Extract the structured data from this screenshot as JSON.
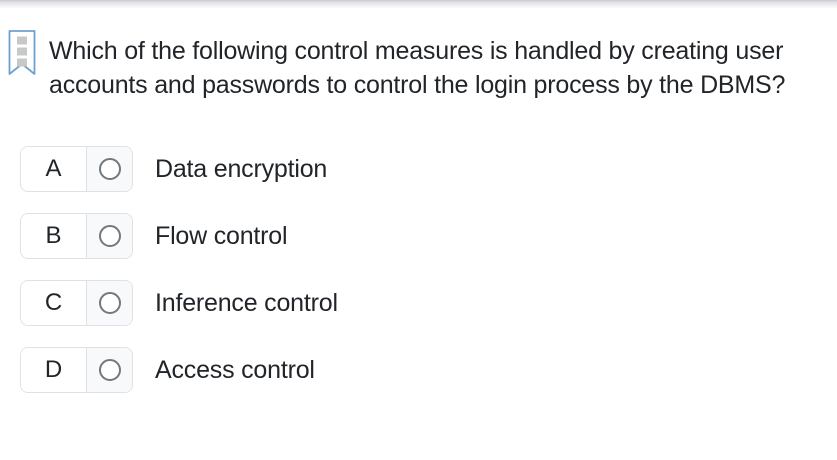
{
  "question": {
    "text": "Which of the following control measures is handled by creating user accounts and passwords to control the login process by the DBMS?"
  },
  "options": [
    {
      "letter": "A",
      "label": "Data encryption",
      "selected": false
    },
    {
      "letter": "B",
      "label": "Flow control",
      "selected": false
    },
    {
      "letter": "C",
      "label": "Inference control",
      "selected": false
    },
    {
      "letter": "D",
      "label": "Access control",
      "selected": false
    }
  ],
  "icons": {
    "bookmark": "bookmark-icon"
  },
  "colors": {
    "text": "#212529",
    "box_border": "#dee2e6",
    "radio_cell_bg": "#f8f9fa",
    "radio_border": "#73787d",
    "bookmark_blue": "#6fa0d0",
    "bookmark_squares": "#c7c8ca",
    "top_shadow": "#c9c9d4"
  }
}
